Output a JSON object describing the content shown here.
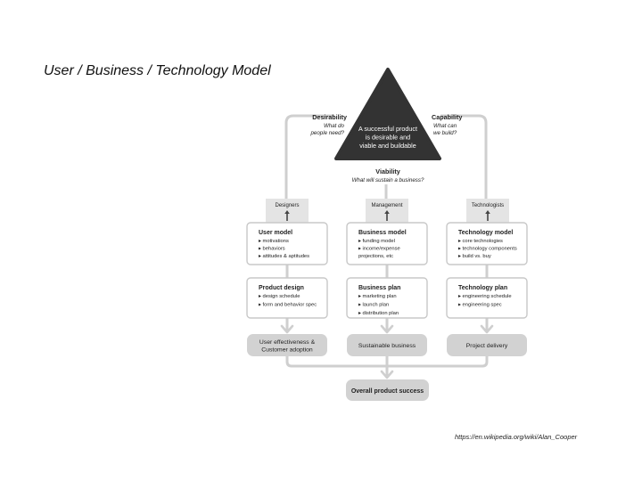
{
  "slide": {
    "title": "User / Business / Technology Model",
    "source": "https://en.wikipedia.org/wiki/Alan_Cooper"
  },
  "diagram": {
    "triangle": {
      "lines": [
        "A successful product",
        "is desirable and",
        "viable and buildable"
      ]
    },
    "desirability": {
      "title": "Desirability",
      "lines": [
        "What do",
        "people need?"
      ]
    },
    "capability": {
      "title": "Capability",
      "lines": [
        "What can",
        "we build?"
      ]
    },
    "viability": {
      "title": "Viability",
      "subtitle": "What will sustain a business?"
    },
    "columns": [
      {
        "role": "Designers",
        "model": {
          "title": "User model",
          "items": [
            "motivations",
            "behaviors",
            "attitudes & aptitudes"
          ]
        },
        "plan": {
          "title": "Product design",
          "items": [
            "design schedule",
            "form and behavior spec"
          ]
        },
        "outcome": [
          "User effectiveness &",
          "Customer adoption"
        ]
      },
      {
        "role": "Management",
        "model": {
          "title": "Business model",
          "items": [
            "funding model",
            "income/expense",
            "projections, etc"
          ]
        },
        "plan": {
          "title": "Business plan",
          "items": [
            "marketing plan",
            "launch plan",
            "distribution plan"
          ]
        },
        "outcome": [
          "Sustainable business"
        ]
      },
      {
        "role": "Technologists",
        "model": {
          "title": "Technology model",
          "items": [
            "core technologies",
            "technology components",
            "build vs. buy"
          ]
        },
        "plan": {
          "title": "Technology plan",
          "items": [
            "engineering schedule",
            "engineering spec"
          ]
        },
        "outcome": [
          "Project delivery"
        ]
      }
    ],
    "final": "Overall product success",
    "colors": {
      "triangle": "#333333",
      "connector": "#cfcfcf",
      "box_border": "#c8c8c8",
      "role_fill": "#e4e4e4",
      "outcome_fill": "#d2d2d2",
      "dark_arrow": "#444444"
    }
  }
}
